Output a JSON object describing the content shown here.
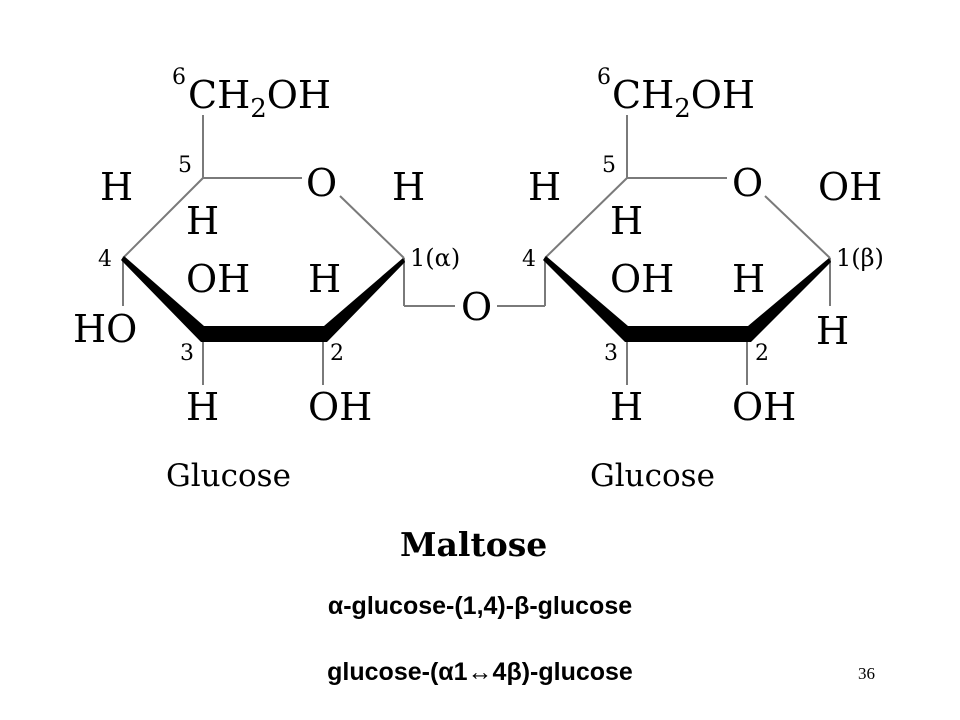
{
  "left_ring": {
    "c6_number": "6",
    "ch2oh": {
      "main": "CH",
      "sub": "2",
      "tail": "OH"
    },
    "c5_number": "5",
    "ring_oxygen": "O",
    "c4_h_top": "H",
    "c5_h": "H",
    "c1_h": "H",
    "c4_number": "4",
    "c1_label": "1(α)",
    "c3_oh": "OH",
    "c2_h": "H",
    "c4_ho": "HO",
    "c3_number": "3",
    "c2_number": "2",
    "c3_h": "H",
    "c2_oh": "OH",
    "caption": "Glucose"
  },
  "glycosidic_oxygen": "O",
  "right_ring": {
    "c6_number": "6",
    "ch2oh": {
      "main": "CH",
      "sub": "2",
      "tail": "OH"
    },
    "c5_number": "5",
    "ring_oxygen": "O",
    "c4_h_top": "H",
    "c5_h": "H",
    "c1_oh": "OH",
    "c4_number": "4",
    "c1_label": "1(β)",
    "c3_oh": "OH",
    "c2_h": "H",
    "c1_h": "H",
    "c3_number": "3",
    "c2_number": "2",
    "c3_h": "H",
    "c2_oh": "OH",
    "caption": "Glucose"
  },
  "title": "Maltose",
  "line1": "α-glucose-(1,4)-β-glucose",
  "line2": "glucose-(α1↔4β)-glucose",
  "page_number": "36"
}
